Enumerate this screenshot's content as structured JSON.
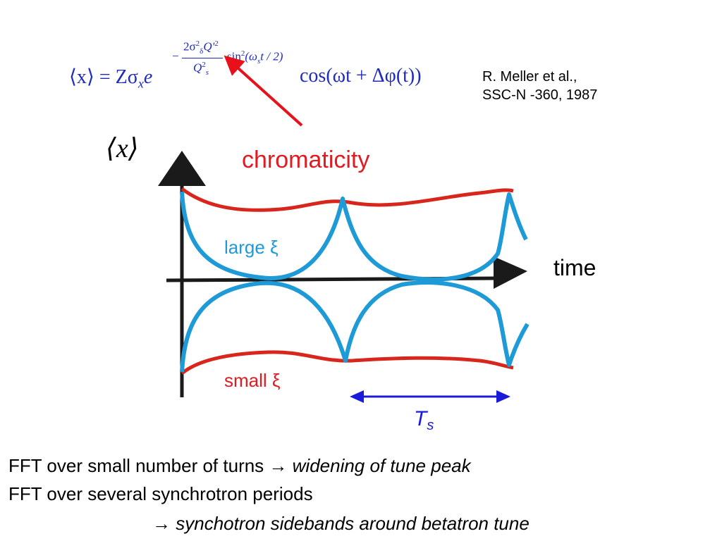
{
  "formula": {
    "lhs": "⟨x⟩ = Zσ",
    "lhs_sub": "x",
    "base": "e",
    "exp_minus": "−",
    "exp_num": "2σ",
    "exp_num_sup": "2",
    "exp_num_sub": "δ",
    "exp_num_q": "Q'",
    "exp_num_q_sup": "2",
    "exp_den": "Q",
    "exp_den_sup": "2",
    "exp_den_sub": "s",
    "exp_sin": "sin",
    "exp_sin_sup": "2",
    "exp_sin_arg": "(ω",
    "exp_sin_arg_sub": "s",
    "exp_sin_arg_rest": "t / 2)",
    "cos_part": "cos(ωt + Δφ(t))"
  },
  "reference": {
    "line1": "R. Meller et al.,",
    "line2": "SSC-N -360, 1987"
  },
  "diagram": {
    "y_axis_label": "⟨x⟩",
    "x_axis_label": "time",
    "chromaticity_label": "chromaticity",
    "large_xi_label": "large ξ",
    "small_xi_label": "small ξ",
    "period_label": "T",
    "period_label_sub": "s",
    "colors": {
      "axis": "#1a1a1a",
      "small_envelope": "#d9261c",
      "large_envelope": "#1e9ad6",
      "arrow_red": "#e8101a",
      "period_arrow": "#1a1adb"
    }
  },
  "text": {
    "line1_plain": "FFT over small number of turns → ",
    "line1_italic": "widening of tune peak",
    "line2": "FFT over several synchrotron periods",
    "line3_arrow": "→ ",
    "line3_italic": "synchotron sidebands around betatron tune"
  }
}
